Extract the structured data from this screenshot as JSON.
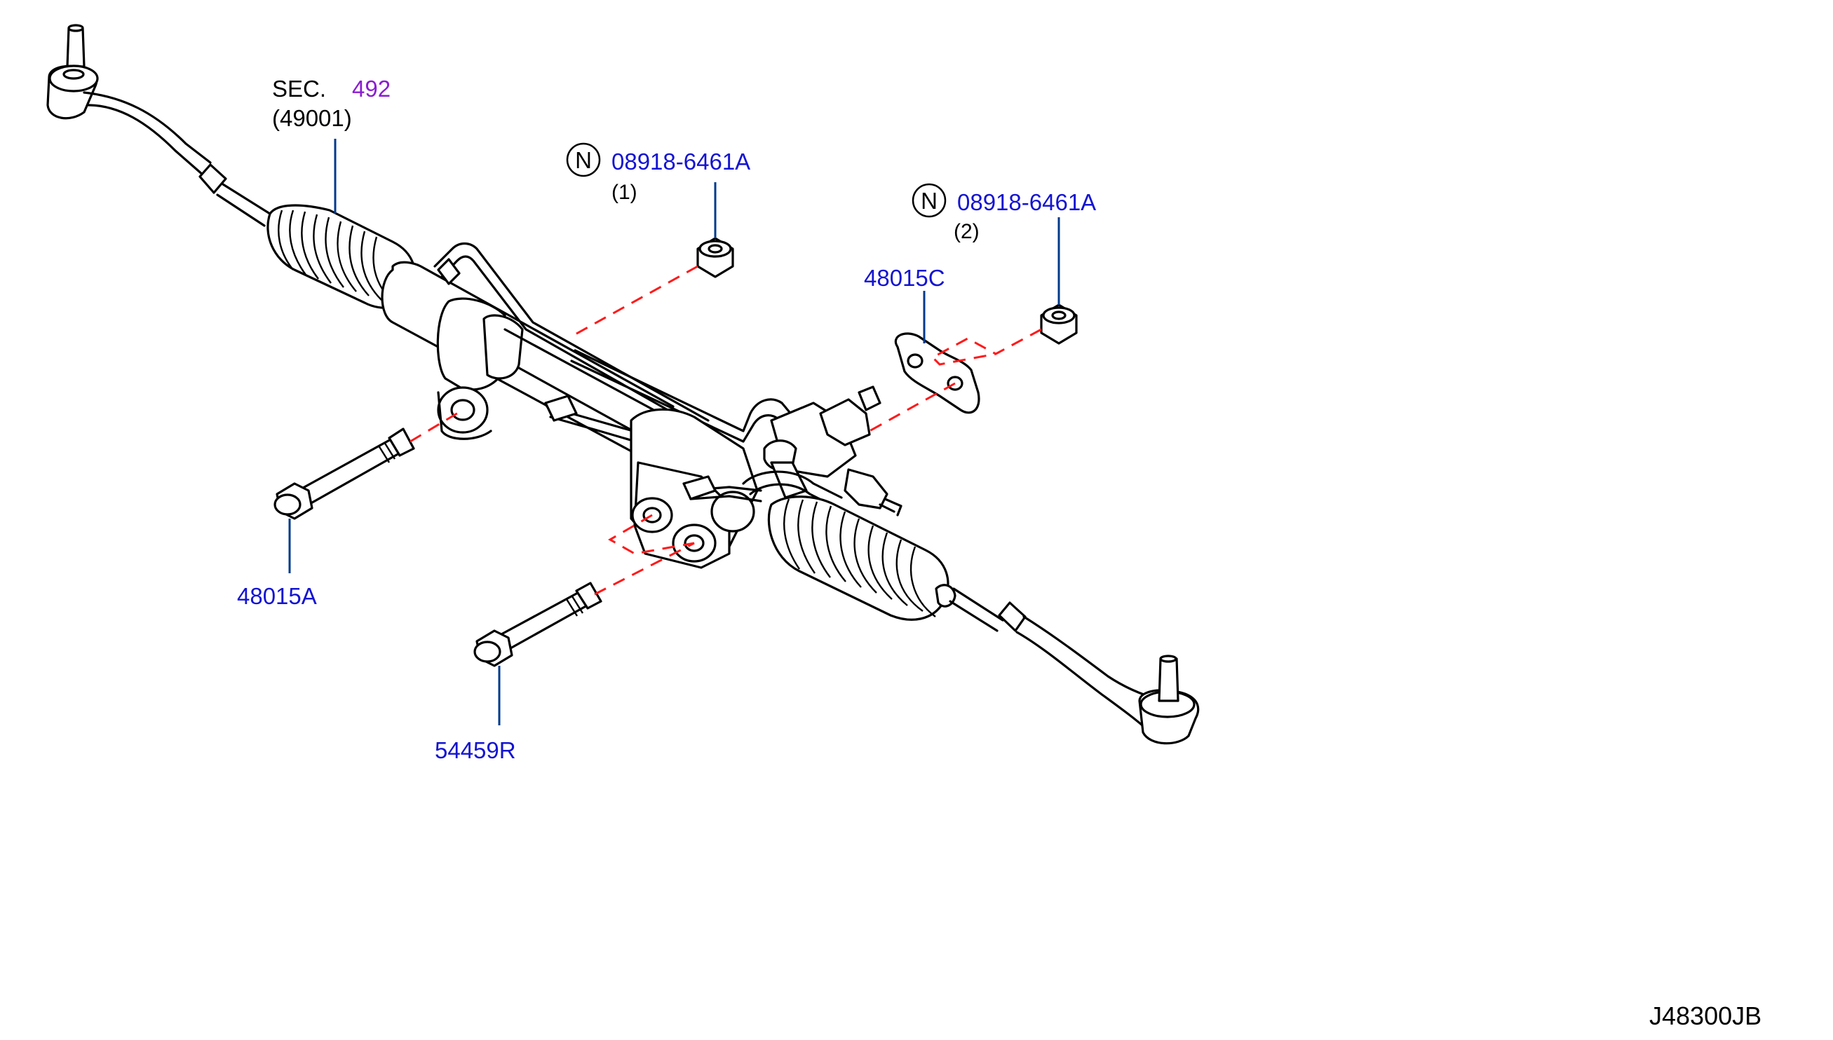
{
  "diagram": {
    "sec_label": "SEC.",
    "sec_number": "492",
    "sec_sub": "(49001)",
    "nut_top": {
      "symbol": "N",
      "part": "08918-6461A",
      "qty": "(1)"
    },
    "nut_right": {
      "symbol": "N",
      "part": "08918-6461A",
      "qty": "(2)"
    },
    "part_48015c": "48015C",
    "part_48015a": "48015A",
    "part_54459r": "54459R",
    "figure_code": "J48300JB"
  },
  "colors": {
    "link_blue": "#1414d2",
    "link_purple": "#8a1ed2",
    "leader_blue": "#003a8c",
    "dash_red": "#ff1a1a"
  },
  "icons": [
    "nut-symbol-icon"
  ]
}
